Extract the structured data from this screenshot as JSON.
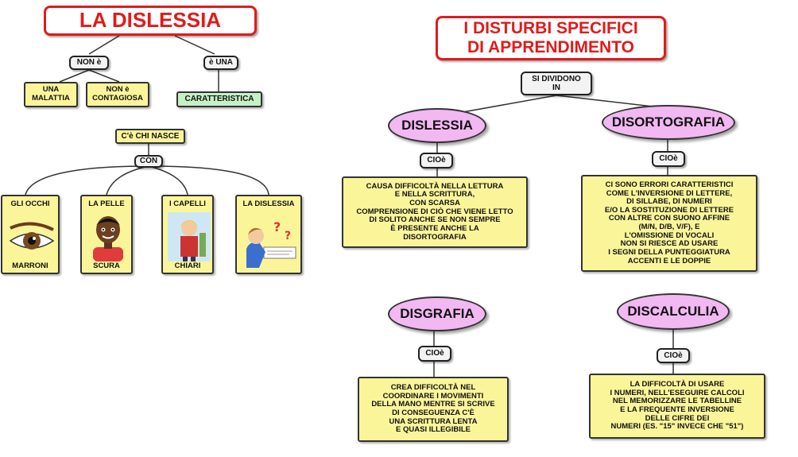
{
  "left": {
    "title": "LA DISLESSIA",
    "link_non_e": "NON è",
    "link_e_una": "è UNA",
    "box_malattia": "UNA\nMALATTIA",
    "box_contagiosa": "NON è\nCONTAGIOSA",
    "box_caratteristica": "CARATTERISTICA",
    "box_nasce": "C'è CHI NASCE",
    "link_con": "CON",
    "cards": [
      {
        "top": "GLI OCCHI",
        "bottom": "MARRONI",
        "icon": "eye-icon"
      },
      {
        "top": "LA PELLE",
        "bottom": "SCURA",
        "icon": "dark-skin-boy-icon"
      },
      {
        "top": "I CAPELLI",
        "bottom": "CHIARI",
        "icon": "blond-hair-child-icon"
      },
      {
        "top": "LA DISLESSIA",
        "bottom": "",
        "icon": "confused-reader-icon"
      }
    ]
  },
  "right": {
    "title": "I DISTURBI SPECIFICI\nDI APPRENDIMENTO",
    "link_dividono": "SI DIVIDONO\nIN",
    "cioe": "CIOè",
    "items": [
      {
        "name": "DISLESSIA",
        "desc": "CAUSA DIFFICOLTÀ NELLA LETTURA\nE NELLA SCRITTURA,\nCON SCARSA\nCOMPRENSIONE DI CIÒ CHE VIENE LETTO\nDI SOLITO ANCHE SE NON SEMPRE\nÈ PRESENTE ANCHE LA\nDISORTOGRAFIA"
      },
      {
        "name": "DISORTOGRAFIA",
        "desc": "CI SONO ERRORI CARATTERISTICI\nCOME L'INVERSIONE DI LETTERE,\nDI SILLABE, DI NUMERI\nE/O LA SOSTITUZIONE DI LETTERE\nCON ALTRE CON SUONO AFFINE\n(M/N, D/B, V/F), E\nL'OMISSIONE DI VOCALI\nNON SI RIESCE AD USARE\nI SEGNI DELLA PUNTEGGIATURA\nACCENTI E LE DOPPIE"
      },
      {
        "name": "DISGRAFIA",
        "desc": "CREA DIFFICOLTÀ NEL\nCOORDINARE I MOVIMENTI\nDELLA MANO MENTRE SI SCRIVE\nDI CONSEGUENZA C'È\nUNA SCRITTURA LENTA\nE QUASI ILLEGIBILE"
      },
      {
        "name": "DISCALCULIA",
        "desc": "LA DIFFICOLTÀ DI USARE\nI NUMERI, NELL'ESEGUIRE CALCOLI\nNEL MEMORIZZARE LE TABELLINE\nE LA FREQUENTE INVERSIONE\nDELLE CIFRE DEI\nNUMERI (ES. \"15\" INVECE CHE \"51\")"
      }
    ]
  },
  "colors": {
    "title_red": "#e01b1b",
    "box_yellow": "#fbf59a",
    "oval_pink": "#f2b8f2",
    "box_green": "#c6f0c6"
  }
}
